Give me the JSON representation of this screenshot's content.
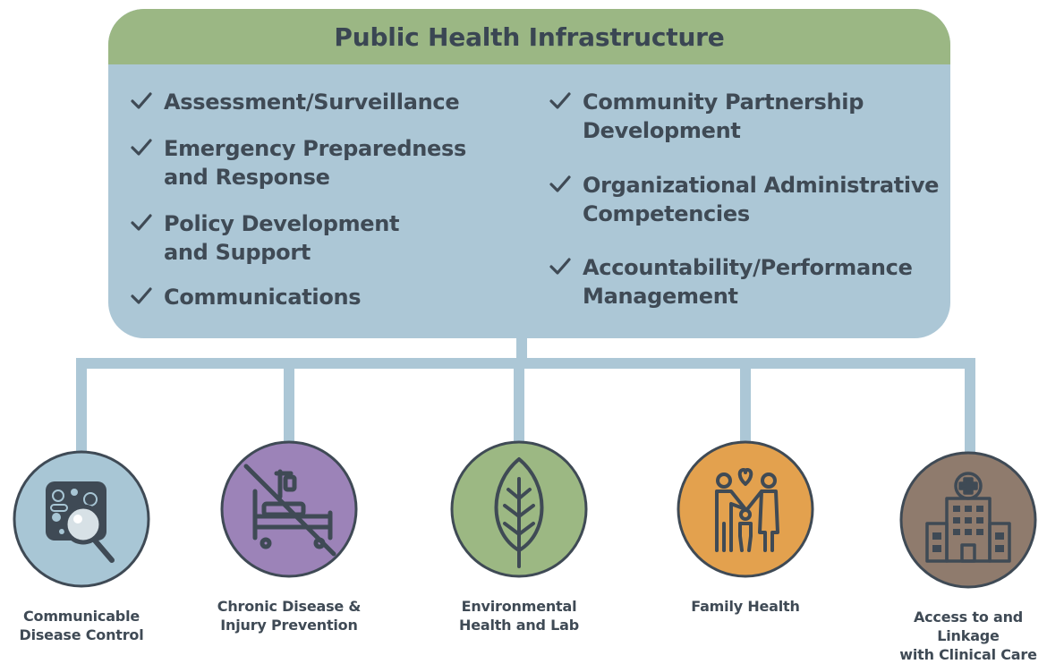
{
  "infrastructure": {
    "title": "Public Health Infrastructure",
    "header_color": "#9bb784",
    "body_color": "#acc7d6",
    "left_items": [
      {
        "label": "Assessment/Surveillance"
      },
      {
        "label": "Emergency Preparedness\nand Response"
      },
      {
        "label": "Policy Development\nand Support"
      },
      {
        "label": "Communications"
      }
    ],
    "right_items": [
      {
        "label": "Community Partnership\nDevelopment"
      },
      {
        "label": "Organizational Administrative\nCompetencies"
      },
      {
        "label": "Accountability/Performance\nManagement"
      }
    ]
  },
  "connector_color": "#acc7d6",
  "programs": [
    {
      "label": "Communicable\nDisease Control",
      "color": "#a8c6d5",
      "icon": "virus-magnifier-icon"
    },
    {
      "label": "Chronic Disease &\nInjury Prevention",
      "color": "#9c83b8",
      "icon": "hospital-bed-prohibited-icon"
    },
    {
      "label": "Environmental\nHealth and Lab",
      "color": "#9cb883",
      "icon": "leaf-icon"
    },
    {
      "label": "Family Health",
      "color": "#e3a14e",
      "icon": "family-icon"
    },
    {
      "label": "Access to and Linkage\nwith Clinical Care",
      "color": "#8f7b6d",
      "icon": "hospital-building-icon"
    }
  ]
}
